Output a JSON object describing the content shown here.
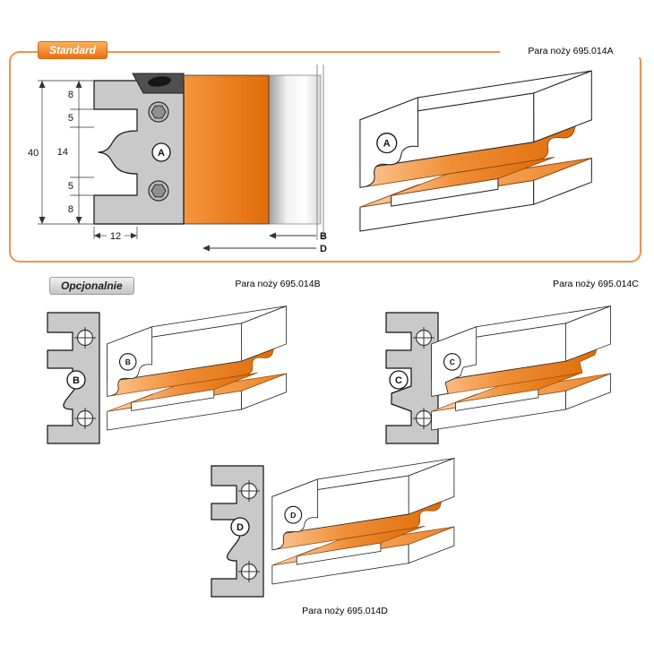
{
  "colors": {
    "accent_orange": "#E87118",
    "profile_orange_light": "#FCC795",
    "profile_orange_dark": "#DC6803",
    "plate_gray": "#C9C9C9",
    "outline_black": "#1A1A1A"
  },
  "standard_section": {
    "badge_label": "Standard",
    "pair_label": "Para noży 695.014A",
    "knife_letter": "A",
    "diagram": {
      "dim_total": "40",
      "dim_segments": [
        "8",
        "5",
        "14",
        "5",
        "8"
      ],
      "dim_width": "12",
      "ref_b": "B",
      "ref_d": "D"
    }
  },
  "optional_section": {
    "badge_label": "Opcjonalnie",
    "items": [
      {
        "letter": "B",
        "pair_label": "Para noży 695.014B"
      },
      {
        "letter": "C",
        "pair_label": "Para noży 695.014C"
      },
      {
        "letter": "D",
        "pair_label": "Para noży 695.014D"
      }
    ]
  }
}
